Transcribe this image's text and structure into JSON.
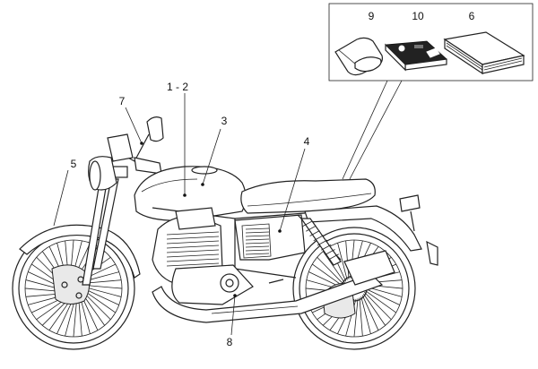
{
  "diagram": {
    "callouts": [
      {
        "id": "c9",
        "label": "9"
      },
      {
        "id": "c10",
        "label": "10"
      },
      {
        "id": "c6",
        "label": "6"
      },
      {
        "id": "c12",
        "label": "1 - 2"
      },
      {
        "id": "c3",
        "label": "3"
      },
      {
        "id": "c7",
        "label": "7"
      },
      {
        "id": "c4",
        "label": "4"
      },
      {
        "id": "c5",
        "label": "5"
      },
      {
        "id": "c8",
        "label": "8"
      }
    ],
    "inset": {
      "items": [
        {
          "id": "9",
          "icon": "pouch-icon"
        },
        {
          "id": "10",
          "icon": "toolkit-tray-icon"
        },
        {
          "id": "6",
          "icon": "manual-book-icon"
        }
      ]
    }
  }
}
